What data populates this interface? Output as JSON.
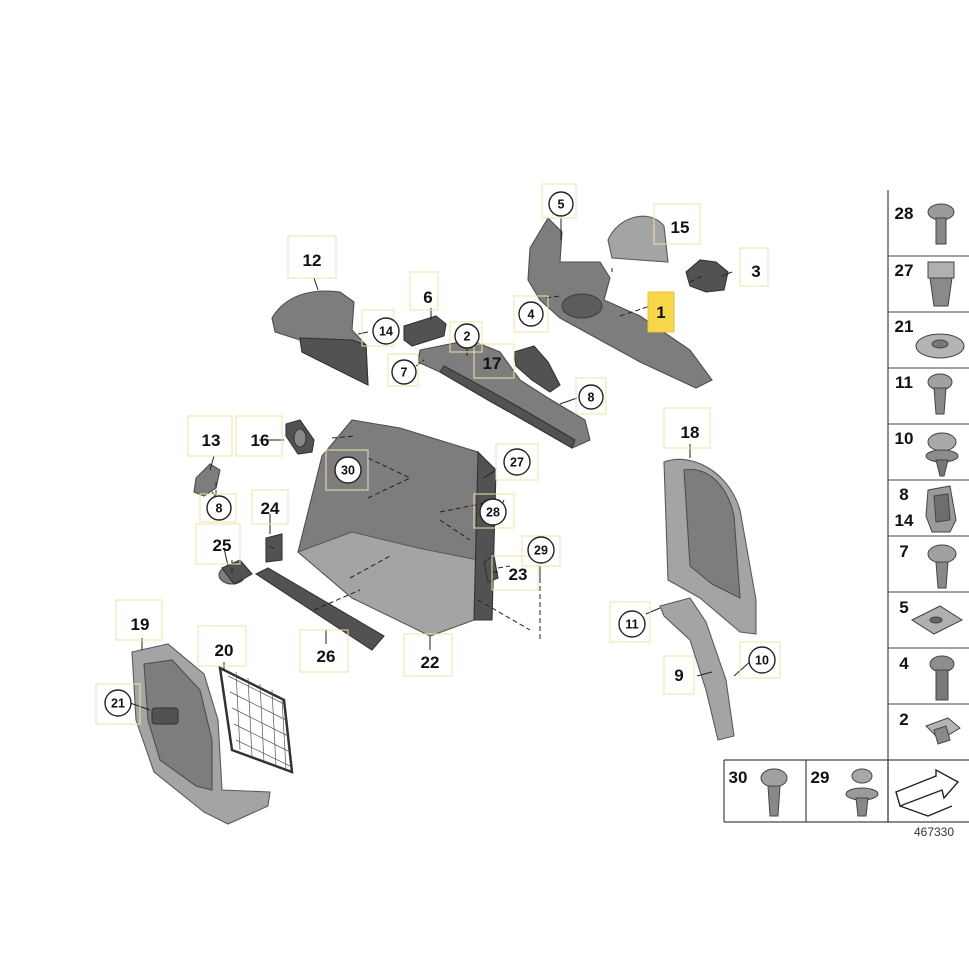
{
  "diagram": {
    "callouts": [
      {
        "id": "c-1",
        "label": "1",
        "highlighted": true
      },
      {
        "id": "c-2",
        "label": "2",
        "circled": true
      },
      {
        "id": "c-3",
        "label": "3"
      },
      {
        "id": "c-4",
        "label": "4",
        "circled": true
      },
      {
        "id": "c-5",
        "label": "5",
        "circled": true
      },
      {
        "id": "c-6",
        "label": "6"
      },
      {
        "id": "c-7",
        "label": "7",
        "circled": true
      },
      {
        "id": "c-8a",
        "label": "8",
        "circled": true
      },
      {
        "id": "c-8b",
        "label": "8",
        "circled": true
      },
      {
        "id": "c-9",
        "label": "9"
      },
      {
        "id": "c-10",
        "label": "10",
        "circled": true
      },
      {
        "id": "c-11",
        "label": "11",
        "circled": true
      },
      {
        "id": "c-12",
        "label": "12"
      },
      {
        "id": "c-13",
        "label": "13"
      },
      {
        "id": "c-14",
        "label": "14",
        "circled": true
      },
      {
        "id": "c-15",
        "label": "15"
      },
      {
        "id": "c-16",
        "label": "16"
      },
      {
        "id": "c-17",
        "label": "17"
      },
      {
        "id": "c-18",
        "label": "18"
      },
      {
        "id": "c-19",
        "label": "19"
      },
      {
        "id": "c-20",
        "label": "20"
      },
      {
        "id": "c-21",
        "label": "21",
        "circled": true
      },
      {
        "id": "c-22",
        "label": "22"
      },
      {
        "id": "c-23",
        "label": "23"
      },
      {
        "id": "c-24",
        "label": "24"
      },
      {
        "id": "c-25",
        "label": "25"
      },
      {
        "id": "c-26",
        "label": "26"
      },
      {
        "id": "c-27",
        "label": "27",
        "circled": true
      },
      {
        "id": "c-28",
        "label": "28",
        "circled": true
      },
      {
        "id": "c-29",
        "label": "29",
        "circled": true
      },
      {
        "id": "c-30",
        "label": "30",
        "circled": true
      }
    ],
    "fastener_panel": {
      "items": [
        "28",
        "27",
        "21",
        "11",
        "10",
        "8",
        "14",
        "7",
        "5",
        "4",
        "2"
      ],
      "bottom_items": [
        "30",
        "29"
      ]
    },
    "reference_number": "467330"
  }
}
